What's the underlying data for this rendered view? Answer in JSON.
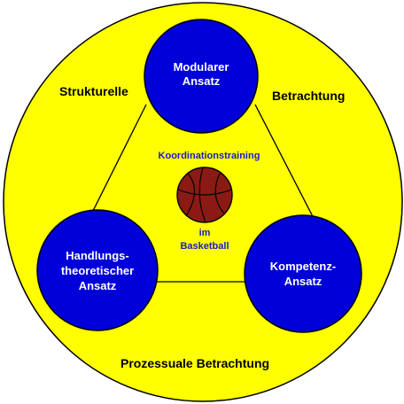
{
  "colors": {
    "background_circle": "#ffff00",
    "node_fill": "#0000d8",
    "outline": "#000000",
    "node_text": "#ffffff",
    "center_text": "#1a1acc",
    "ball": "#8b1a14"
  },
  "outer_labels": {
    "top_left": "Strukturelle",
    "top_right": "Betrachtung",
    "bottom": "Prozessuale Betrachtung"
  },
  "nodes": {
    "top": [
      "Modularer",
      "Ansatz"
    ],
    "bottom_left": [
      "Handlungs-",
      "theoretischer",
      "Ansatz"
    ],
    "bottom_right": [
      "Kompetenz-",
      "Ansatz"
    ]
  },
  "center": {
    "title": "Koordinationstraining",
    "line2": "im",
    "line3": "Basketball",
    "ball_icon": "basketball-icon"
  }
}
